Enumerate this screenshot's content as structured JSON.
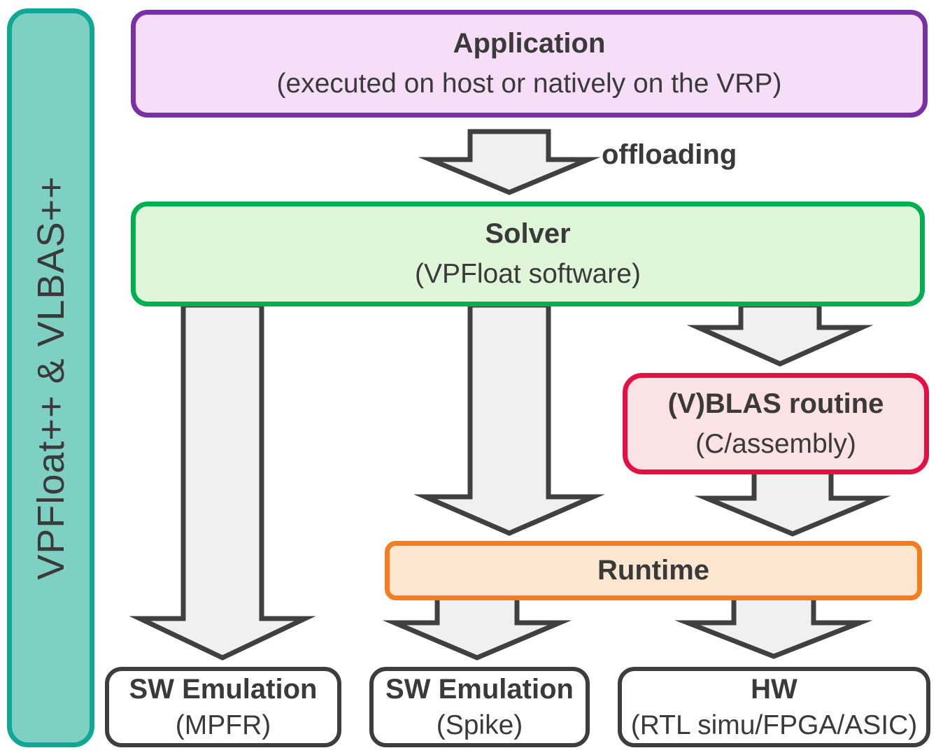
{
  "diagram": {
    "sidebar": {
      "label": "VPFloat++ & VLBAS++"
    },
    "boxes": {
      "application": {
        "title": "Application",
        "subtitle": "(executed on host or natively on the VRP)"
      },
      "solver": {
        "title": "Solver",
        "subtitle": "(VPFloat software)"
      },
      "vblas": {
        "title": "(V)BLAS routine",
        "subtitle": "(C/assembly)"
      },
      "runtime": {
        "title": "Runtime"
      },
      "sw_emulation_mpfr": {
        "title": "SW Emulation",
        "subtitle": "(MPFR)"
      },
      "sw_emulation_spike": {
        "title": "SW Emulation",
        "subtitle": "(Spike)"
      },
      "hw": {
        "title": "HW",
        "subtitle": "(RTL simu/FPGA/ASIC)"
      }
    },
    "labels": {
      "offloading": "offloading"
    },
    "colors": {
      "sidebar_fill": "#7ED0C2",
      "sidebar_border": "#10A795",
      "application_fill": "#F6DEF9",
      "application_border": "#7B2FA5",
      "solver_fill": "#DFF6D8",
      "solver_border": "#00AF50",
      "vblas_fill": "#FBE2E4",
      "vblas_border": "#E60F44",
      "runtime_fill": "#FCE6CF",
      "runtime_border": "#F57D1F",
      "neutral_border": "#3D3D3D",
      "arrow_fill": "#F0F0F0",
      "arrow_stroke": "#404040",
      "text": "#3A3A3A"
    }
  }
}
